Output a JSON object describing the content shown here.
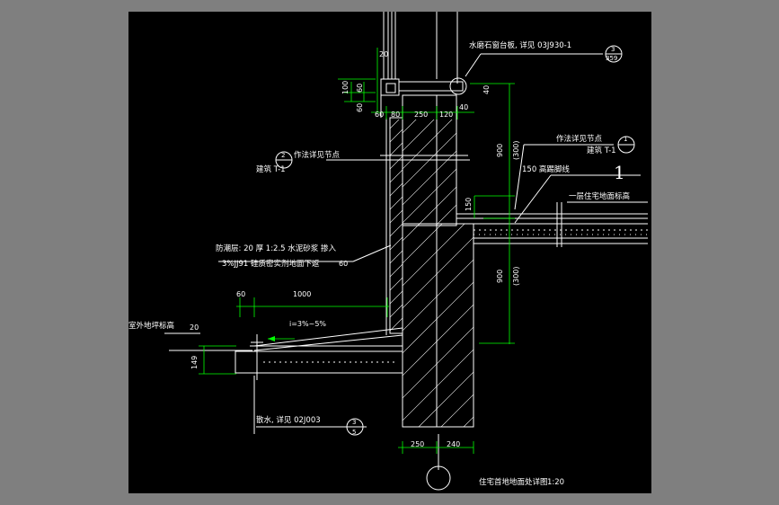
{
  "title": "住宅首地地面处详图",
  "scale": "1:20",
  "big_label": "1",
  "notes": {
    "sill": "水磨石窗台板, 详见 03J930-1",
    "sill_ref_top": "3",
    "sill_ref_bottom": "359",
    "detail_right": "作法详见节点",
    "detail_right_sub": "建筑 T-1",
    "detail_right_ref": "1",
    "detail_left": "作法详见节点",
    "detail_left_sub": "建筑 T-1",
    "detail_left_ref": "2",
    "baseboard": "150 高踢脚线",
    "floor_level": "一层住宅地面标高",
    "dpc_line1": "防潮层: 20 厚 1:2.5 水泥砂浆 掺入",
    "dpc_line2": "3%JJ91 硅质密实剂地面下返",
    "dpc_dim": "60",
    "outdoor_level": "室外地坪标高",
    "slope": "i=3%~5%",
    "apron": "散水, 详见 02J003",
    "apron_ref_top": "3",
    "apron_ref_bottom": "5"
  },
  "dimensions": {
    "d20_top": "20",
    "d100": "100",
    "d60_a": "60",
    "d60_b": "60",
    "d60_c": "60",
    "d80": "80",
    "d250_top": "250",
    "d120": "120",
    "d40_a": "40",
    "d40_b": "40",
    "d900_a": "900",
    "d300_a": "(300)",
    "d150": "150",
    "d900_b": "900",
    "d300_b": "(300)",
    "d60_left": "60",
    "d1000": "1000",
    "d20_out": "20",
    "d149": "149",
    "d250_bot": "250",
    "d240": "240"
  }
}
